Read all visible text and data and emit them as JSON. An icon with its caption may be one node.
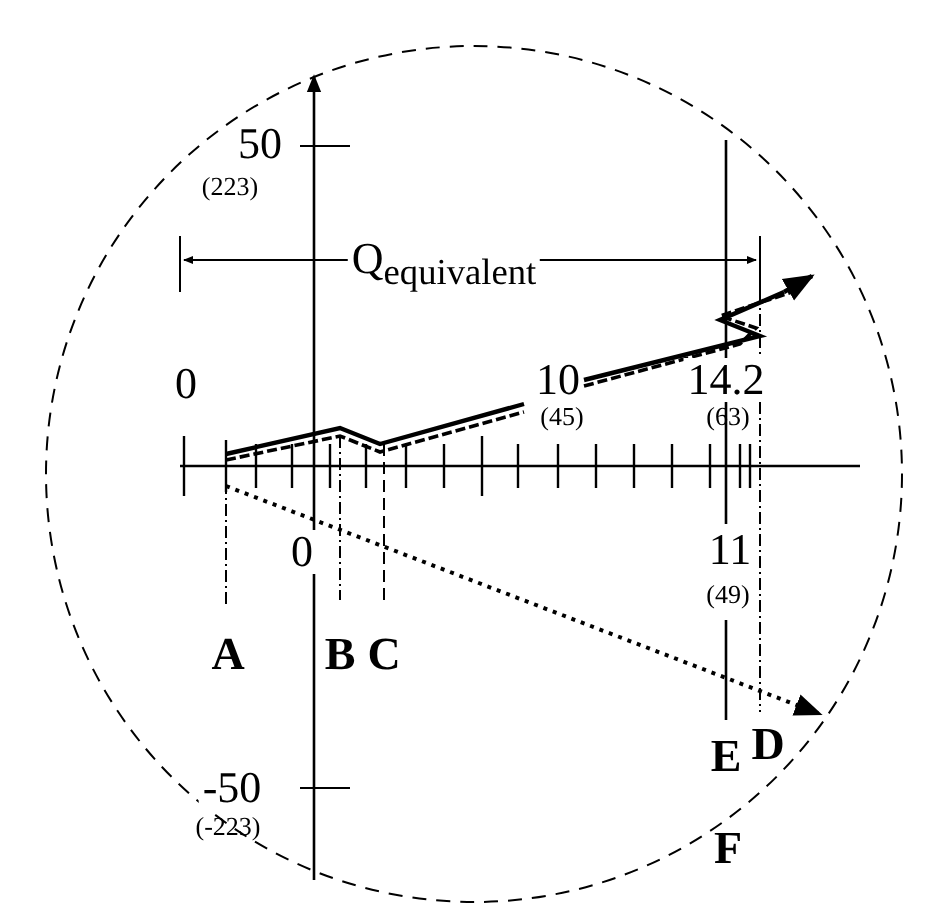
{
  "diagram": {
    "labels": [
      "50",
      "(223)",
      "Q$_{equivalent}$",
      "0",
      "10",
      "(45)",
      "14.2",
      "(63)",
      "0",
      "11",
      "(49)",
      "A",
      "B",
      "C",
      "E",
      "D",
      "-50",
      "(-223)",
      "F"
    ]
  }
}
